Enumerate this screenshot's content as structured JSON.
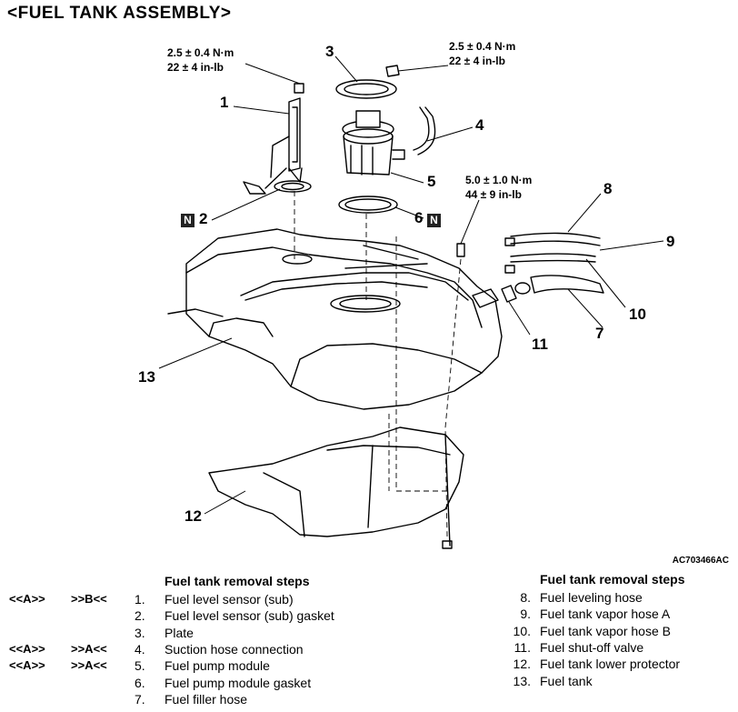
{
  "title": "<FUEL TANK ASSEMBLY>",
  "figure_code": "AC703466AC",
  "callouts": [
    "1",
    "2",
    "3",
    "4",
    "5",
    "6",
    "7",
    "8",
    "9",
    "10",
    "11",
    "12",
    "13"
  ],
  "n_badge": "N",
  "torques": [
    {
      "nm": "2.5 ± 0.4 N·m",
      "inlb": "22 ± 4 in-lb"
    },
    {
      "nm": "2.5 ± 0.4 N·m",
      "inlb": "22 ± 4 in-lb"
    },
    {
      "nm": "5.0 ± 1.0 N·m",
      "inlb": "44 ± 9 in-lb"
    }
  ],
  "removal_steps_heading": "Fuel tank removal steps",
  "left_steps": [
    {
      "a": "<<A>>",
      "b": ">>B<<",
      "num": "1.",
      "text": "Fuel level sensor (sub)"
    },
    {
      "a": "",
      "b": "",
      "num": "2.",
      "text": "Fuel level sensor (sub) gasket"
    },
    {
      "a": "",
      "b": "",
      "num": "3.",
      "text": "Plate"
    },
    {
      "a": "<<A>>",
      "b": ">>A<<",
      "num": "4.",
      "text": "Suction hose connection"
    },
    {
      "a": "<<A>>",
      "b": ">>A<<",
      "num": "5.",
      "text": "Fuel pump module"
    },
    {
      "a": "",
      "b": "",
      "num": "6.",
      "text": "Fuel pump module gasket"
    },
    {
      "a": "",
      "b": "",
      "num": "7.",
      "text": "Fuel filler hose"
    }
  ],
  "right_steps": [
    {
      "num": "8.",
      "text": "Fuel leveling hose"
    },
    {
      "num": "9.",
      "text": "Fuel tank vapor hose A"
    },
    {
      "num": "10.",
      "text": "Fuel tank vapor hose B"
    },
    {
      "num": "11.",
      "text": "Fuel shut-off valve"
    },
    {
      "num": "12.",
      "text": "Fuel tank lower protector"
    },
    {
      "num": "13.",
      "text": "Fuel tank"
    }
  ]
}
